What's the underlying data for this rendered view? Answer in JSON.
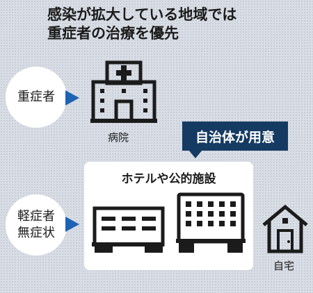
{
  "title": {
    "line1": "感染が拡大している地域では",
    "line2": "重症者の治療を優先"
  },
  "severe": {
    "label": "重症者",
    "destination": "病院"
  },
  "mild": {
    "line1": "軽症者",
    "line2": "無症状",
    "box_title": "ホテルや公的施設",
    "banner": "自治体が用意",
    "home": "自宅"
  },
  "colors": {
    "arrow": "#1c64b3",
    "banner": "#153b63",
    "background": "#d9dde5"
  }
}
